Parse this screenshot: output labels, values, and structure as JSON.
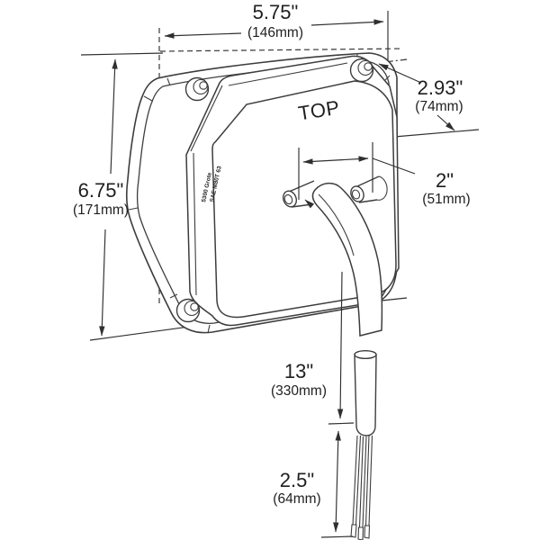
{
  "page": {
    "title": "Lamp dimensional line drawing",
    "background": "#ffffff"
  },
  "device": {
    "top_marking": "TOP",
    "molded_text_line1": "5300 Grote",
    "molded_text_line2": "SAE M80T 63"
  },
  "dimensions": {
    "width": {
      "inches": "5.75\"",
      "metric": "(146mm)"
    },
    "height": {
      "inches": "6.75\"",
      "metric": "(171mm)"
    },
    "depth": {
      "inches": "2.93\"",
      "metric": "(74mm)"
    },
    "stud_spacing": {
      "inches": "2\"",
      "metric": "(51mm)"
    },
    "pigtail": {
      "inches": "13\"",
      "metric": "(330mm)"
    },
    "wire_ends": {
      "inches": "2.5\"",
      "metric": "(64mm)"
    }
  },
  "colors": {
    "line": "#3d3d3d",
    "dimension": "#2f2f2f",
    "text": "#1f1f1f",
    "background": "#ffffff"
  }
}
